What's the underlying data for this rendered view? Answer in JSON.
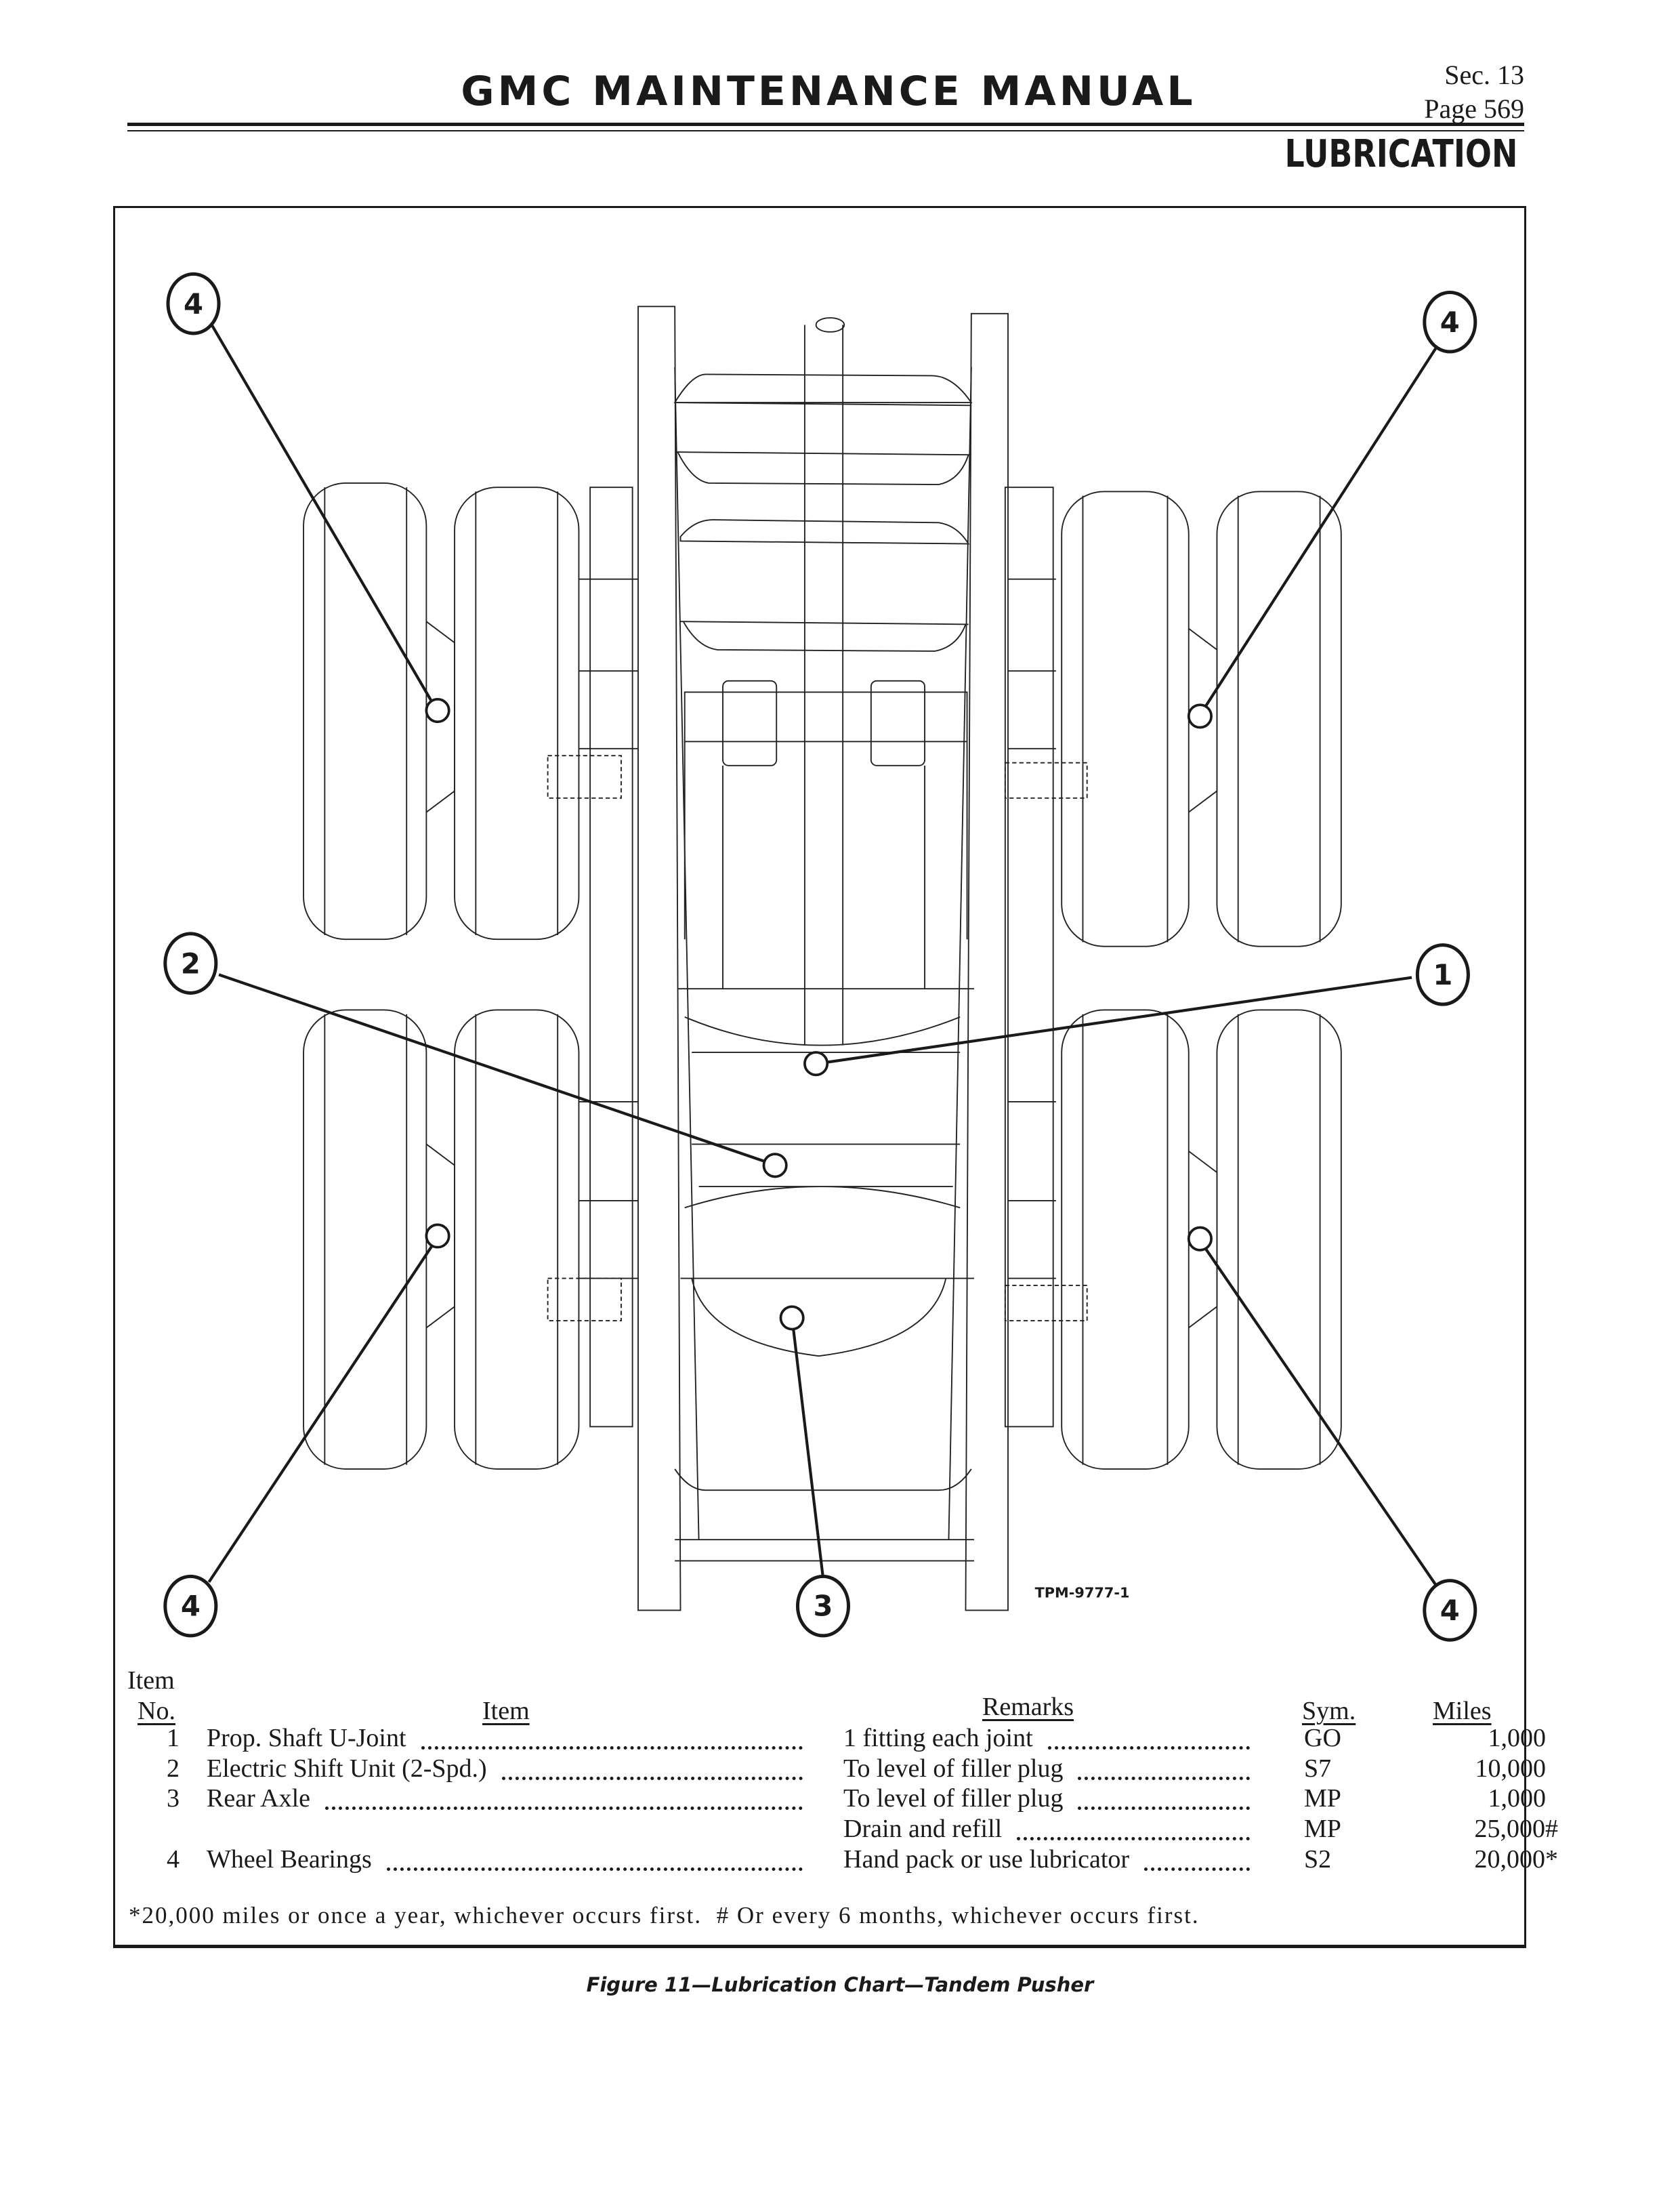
{
  "header": {
    "title": "GMC MAINTENANCE MANUAL",
    "section": "Sec. 13",
    "page": "Page 569",
    "topic": "LUBRICATION"
  },
  "figure": {
    "drawing_code": "TPM-9777-1",
    "callouts": {
      "tl": "4",
      "tr": "4",
      "bl": "4",
      "br": "4",
      "two": "2",
      "one": "1",
      "three": "3"
    },
    "caption": "Figure 11—Lubrication Chart—Tandem Pusher"
  },
  "table": {
    "headers": {
      "no_line1": "Item",
      "no_line2": "No.",
      "item": "Item",
      "remarks": "Remarks",
      "sym": "Sym.",
      "miles": "Miles"
    },
    "rows": [
      {
        "no": "1",
        "item": "Prop. Shaft U-Joint",
        "remarks": "1 fitting each joint",
        "sym": "GO",
        "miles": "1,000"
      },
      {
        "no": "2",
        "item": "Electric Shift Unit (2-Spd.)",
        "remarks": "To level of filler plug",
        "sym": "S7",
        "miles": "10,000"
      },
      {
        "no": "3",
        "item": "Rear Axle",
        "remarks": "To level of filler plug",
        "sym": "MP",
        "miles": "1,000"
      },
      {
        "no": "",
        "item": "",
        "remarks": "Drain and refill",
        "sym": "MP",
        "miles": "25,000#"
      },
      {
        "no": "4",
        "item": "Wheel Bearings",
        "remarks": "Hand pack or use lubricator",
        "sym": "S2",
        "miles": "20,000*"
      }
    ],
    "footnote": "*20,000 miles or once a year, whichever occurs first.  # Or every 6 months, whichever occurs first."
  }
}
